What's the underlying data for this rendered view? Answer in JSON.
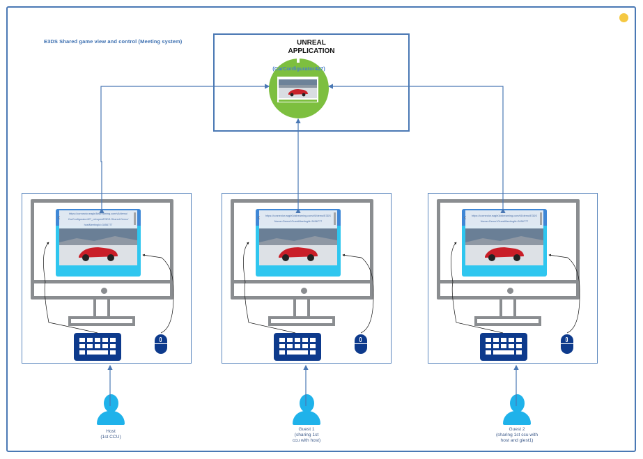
{
  "diagram": {
    "title": "E3DS  Shared game view and control (Meeting system)",
    "colors": {
      "border": "#4a78b4",
      "accent_green": "#7dbf3f",
      "screen_cyan": "#2fc6ef",
      "device_navy": "#0d3a8c",
      "user_blue": "#1fb2ea",
      "status_dot": "#f5c842"
    },
    "application": {
      "title_line1": "UNREAL",
      "title_line2": "APPLICATION",
      "name": "(CarConfigurator427)"
    },
    "stations": [
      {
        "id": "host",
        "url_line1": "https://connector.eagle3dstreaming.com/v5/demo/",
        "url_line2": "CarConfigurator427_retroped/E3DS-Shared-Demo/",
        "url_line3": "hostMeetingId=3456777",
        "user_label_line1": "Host",
        "user_label_line2": "(1st CCU)",
        "user_label_line3": ""
      },
      {
        "id": "guest1",
        "url_line1": "https://connector.eagle3dstreaming.com/v5/demo/E3DS",
        "url_line2": "Name=Demo1GuestMeetingId=3456777",
        "url_line3": "",
        "user_label_line1": "Guest 1",
        "user_label_line2": "(sharing 1st",
        "user_label_line3": "ccu with host)"
      },
      {
        "id": "guest2",
        "url_line1": "https://connector.eagle3dstreaming.com/v5/demo/E3DS",
        "url_line2": "Name=Demo1GuestMeetingId=3456777",
        "url_line3": "",
        "user_label_line1": "Guest 2",
        "user_label_line2": "(sharing 1st ccu with",
        "user_label_line3": "host and giest1)"
      }
    ]
  }
}
